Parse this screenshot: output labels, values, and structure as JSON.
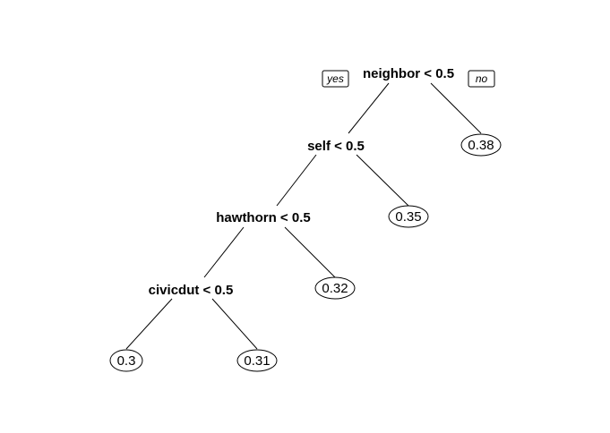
{
  "tree": {
    "yes_label": "yes",
    "no_label": "no",
    "splits": {
      "neighbor": "neighbor < 0.5",
      "self": "self < 0.5",
      "hawthorn": "hawthorn < 0.5",
      "civicdut": "civicdut < 0.5"
    },
    "leaves": {
      "civicdut_yes": "0.3",
      "civicdut_no": "0.31",
      "hawthorn_no": "0.32",
      "self_no": "0.35",
      "neighbor_no": "0.38"
    }
  }
}
